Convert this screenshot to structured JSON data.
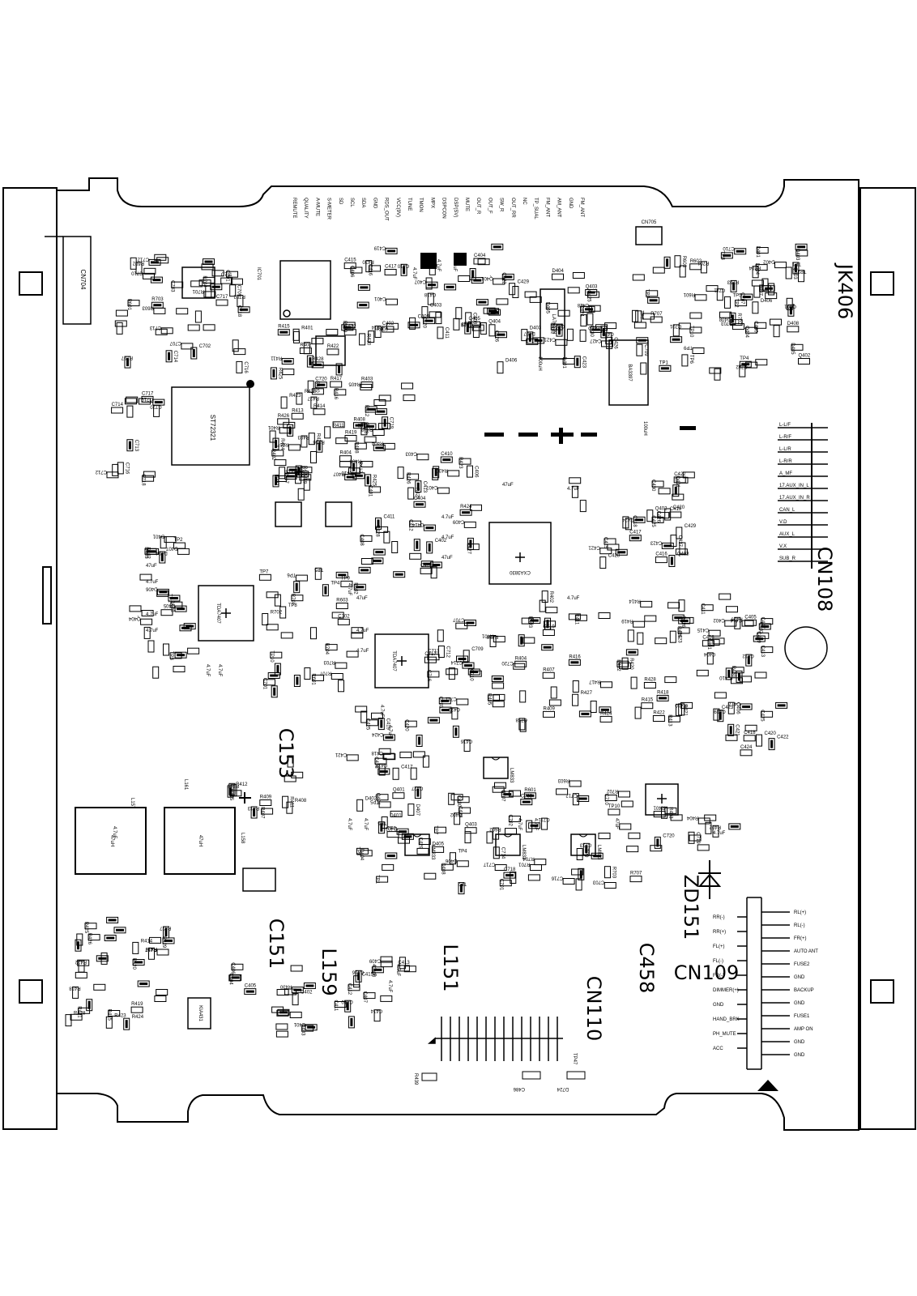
{
  "board": {
    "big_labels": {
      "jk406": "JK406",
      "cn108": "CN108",
      "cn109": "CN109",
      "cn110": "CN110",
      "c153": "C153",
      "c151": "C151",
      "l159": "L159",
      "l151": "L151",
      "c458": "C458",
      "zd151": "ZD151"
    },
    "top_pins": [
      "REMUTE",
      "QUALITY",
      "A-MUTE",
      "S-METER",
      "SD",
      "SCL",
      "SDA",
      "GND",
      "RDS_OUT",
      "VCC(9V)",
      "TUNE",
      "TMON",
      "MPX",
      "DSPCON",
      "DSP(SV)",
      "MUTE",
      "OUT_R",
      "OUT_F",
      "SW_R",
      "OUT_RR",
      "NC",
      "TP_SUAL",
      "FM_ANT",
      "AM_ANT",
      "GND",
      "FM_ANT"
    ],
    "cn109_pins_left": [
      "RR(-)",
      "RR(+)",
      "FL(+)",
      "FL(-)",
      "FR(-)",
      "DIMMER(+)",
      "GND",
      "HAND_BRK",
      "PH_MUTE",
      "ACC"
    ],
    "cn109_pins_right": [
      "RL(+)",
      "RL(-)",
      "FR(+)",
      "AUTO ANT",
      "FUSE2",
      "GND",
      "BACKUP",
      "GND",
      "FUSE1",
      "AMP ON",
      "GND",
      "GND"
    ],
    "cn108_pins": [
      "L-L/F",
      "L-R/F",
      "L-L/R",
      "L-R/R",
      "A_MF",
      "17.AUX_IN_L",
      "17.AUX_IN_R",
      "CAN_L",
      "V.D",
      "AUX_L",
      "V.X",
      "SUB_R"
    ],
    "chips": {
      "main_amp_left": "TDA7407",
      "main_amp_center": "TDA7407",
      "dsp": "CXA3830",
      "micro": "ST72321",
      "reg": "LA7617N",
      "ic302": "BA3397",
      "ic410": "KIA431"
    },
    "parts": {
      "inductors": [
        "47uH",
        "47uH"
      ],
      "l157": "L157",
      "l158": "L158",
      "l161": "L161",
      "lm_ics": [
        "LM833",
        "LM833",
        "LM833",
        "LM833"
      ],
      "cn704": "CN704",
      "cn705": "CN705",
      "ic701": "IC701",
      "tp47": "TP47",
      "c486": "C486",
      "d724": "D724",
      "r439": "R439",
      "value_4_7uf": "4.7uF",
      "value_47uf": "47uF",
      "value_100uh": "100uH"
    },
    "small_refs": [
      "R601",
      "R602",
      "R603",
      "R701",
      "R702",
      "R703",
      "R704",
      "R707",
      "C701",
      "C702",
      "C703",
      "C707",
      "C709",
      "C710",
      "C711",
      "C712",
      "C713",
      "C714",
      "C716",
      "C717",
      "C718",
      "C719",
      "C720",
      "R401",
      "R402",
      "R403",
      "R404",
      "R405",
      "R407",
      "R408",
      "R409",
      "R410",
      "R411",
      "R412",
      "R413",
      "R414",
      "R415",
      "R416",
      "R417",
      "R418",
      "R419",
      "R420",
      "R421",
      "R422",
      "R423",
      "R424",
      "R425",
      "R426",
      "R427",
      "R428",
      "R429",
      "R430",
      "C401",
      "C402",
      "C403",
      "C404",
      "C405",
      "C406",
      "C407",
      "C408",
      "C409",
      "C410",
      "C411",
      "C412",
      "C413",
      "C414",
      "C415",
      "C416",
      "C417",
      "C418",
      "C419",
      "C420",
      "C421",
      "C422",
      "C423",
      "C424",
      "C425",
      "C426",
      "C427",
      "C428",
      "C429",
      "C430",
      "Q401",
      "Q402",
      "Q403",
      "Q404",
      "D401",
      "D402",
      "D403",
      "D404",
      "D405",
      "D406",
      "D407",
      "D408",
      "TP1",
      "TP2",
      "TP3",
      "TP4",
      "TP5",
      "TP6",
      "TP7",
      "TP8",
      "TP9",
      "TP10"
    ]
  }
}
